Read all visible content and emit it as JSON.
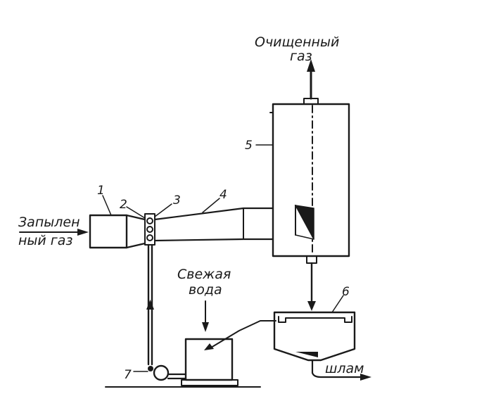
{
  "labels": {
    "clean_gas_line1": "Очищенный",
    "clean_gas_line2": "газ",
    "dusty_gas_line1": "Запылен",
    "dusty_gas_line2": "ный газ",
    "fresh_water_line1": "Свежая",
    "fresh_water_line2": "вода",
    "sludge": "шлам"
  },
  "numbers": {
    "n1": "1",
    "n2": "2",
    "n3": "3",
    "n4": "4",
    "n5": "5",
    "n6": "6",
    "n7": "7"
  },
  "colors": {
    "ink": "#1a1a1a",
    "paper": "#ffffff"
  }
}
